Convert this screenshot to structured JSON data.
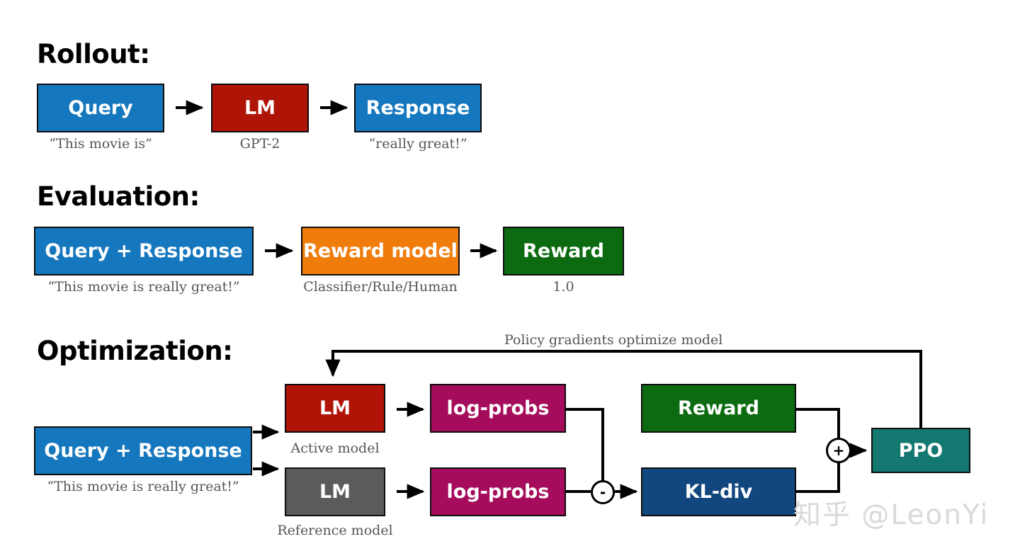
{
  "diagram": {
    "title_rollout": "Rollout:",
    "title_evaluation": "Evaluation:",
    "title_optimization": "Optimization:",
    "watermark": "知乎 @LeonYi"
  },
  "colors": {
    "blue": "#1577BE",
    "dark_red": "#AF1407",
    "orange": "#F07D0B",
    "green": "#0C6B11",
    "magenta": "#A50D5C",
    "gray": "#5B5B5B",
    "kl_blue": "#11477E",
    "teal": "#137870",
    "stroke": "#0D0D0D",
    "caption_gray": "#555555",
    "watermark_gray": "#D9D9D9"
  },
  "rollout": {
    "boxes": [
      {
        "label": "Query",
        "caption": "“This movie is”",
        "color": "blue"
      },
      {
        "label": "LM",
        "caption": "GPT-2",
        "color": "dark_red"
      },
      {
        "label": "Response",
        "caption": "“really great!”",
        "color": "blue"
      }
    ]
  },
  "evaluation": {
    "boxes": [
      {
        "label": "Query + Response",
        "caption": "“This movie is really great!”",
        "color": "blue"
      },
      {
        "label": "Reward model",
        "caption": "Classifier/Rule/Human",
        "color": "orange"
      },
      {
        "label": "Reward",
        "caption": "1.0",
        "color": "green"
      }
    ]
  },
  "optimization": {
    "input_box": {
      "label": "Query + Response",
      "caption": "“This movie is really great!”",
      "color": "blue"
    },
    "active_model": {
      "label": "LM",
      "caption": "Active model",
      "color": "dark_red"
    },
    "reference_model": {
      "label": "LM",
      "caption": "Reference model",
      "color": "gray"
    },
    "logprobs_active": {
      "label": "log-probs",
      "color": "magenta"
    },
    "logprobs_reference": {
      "label": "log-probs",
      "color": "magenta"
    },
    "reward": {
      "label": "Reward",
      "color": "green"
    },
    "kl_div": {
      "label": "KL-div",
      "color": "kl_blue"
    },
    "ppo": {
      "label": "PPO",
      "color": "teal"
    },
    "minus_operator": "-",
    "plus_operator": "+",
    "loop_label": "Policy gradients optimize model"
  }
}
